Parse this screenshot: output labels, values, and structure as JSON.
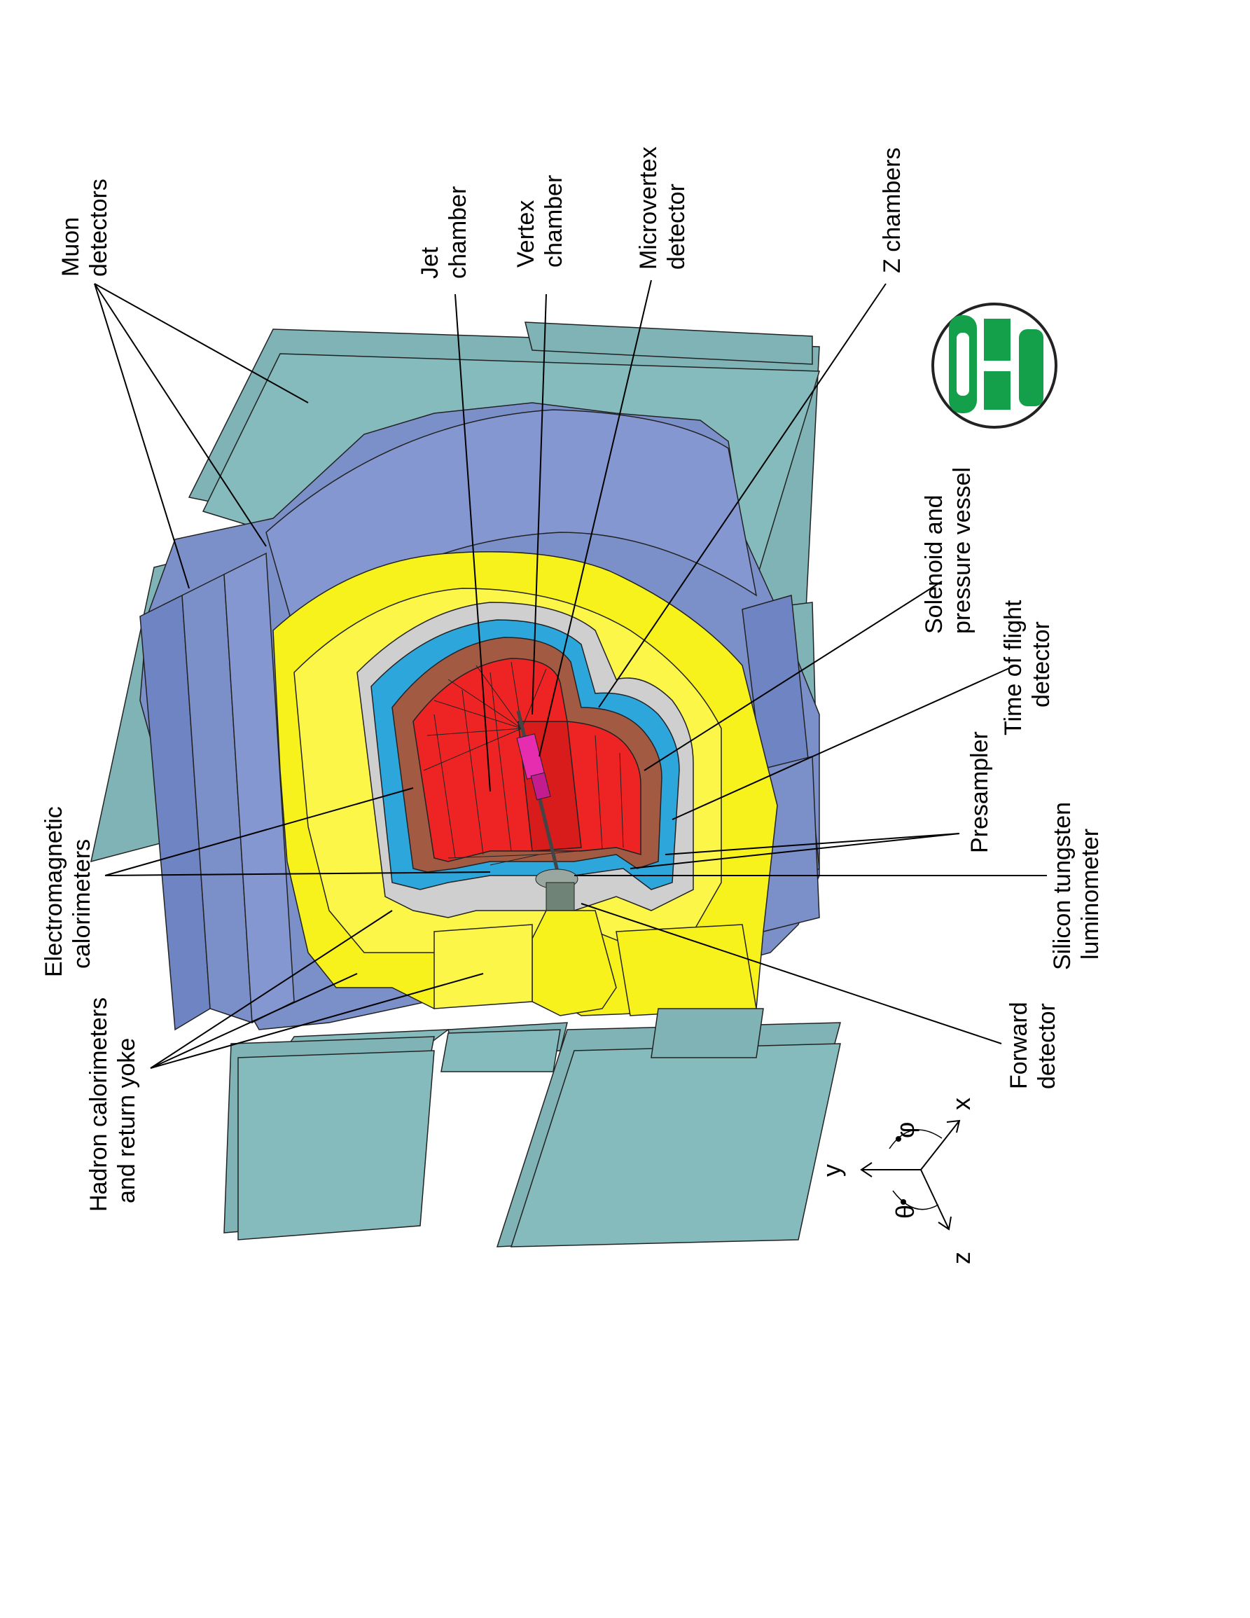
{
  "labels": {
    "muon": [
      "Muon",
      "detectors"
    ],
    "jet": [
      "Jet",
      "chamber"
    ],
    "vertex": [
      "Vertex",
      "chamber"
    ],
    "microvertex": [
      "Microvertex",
      "detector"
    ],
    "zchambers": [
      "Z chambers"
    ],
    "solenoid": [
      "Solenoid and",
      "pressure vessel"
    ],
    "tof": [
      "Time of flight",
      "detector"
    ],
    "presampler": [
      "Presampler"
    ],
    "situngsten": [
      "Silicon tungsten",
      "luminometer"
    ],
    "forward": [
      "Forward",
      "detector"
    ],
    "ecal": [
      "Electromagnetic",
      "calorimeters"
    ],
    "hcal": [
      "Hadron calorimeters",
      "and return yoke"
    ]
  },
  "axes": {
    "x": "x",
    "y": "y",
    "z": "z",
    "theta": "θ",
    "phi": "φ"
  },
  "colors": {
    "muon_panel": "#7fb3b6",
    "return_yoke": "#7b8fc9",
    "calorimeter": "#f7f21c",
    "presampler": "#2da6dc",
    "solenoid": "#a35a43",
    "jet_chamber": "#ee2424",
    "logo": "#14a04a"
  }
}
